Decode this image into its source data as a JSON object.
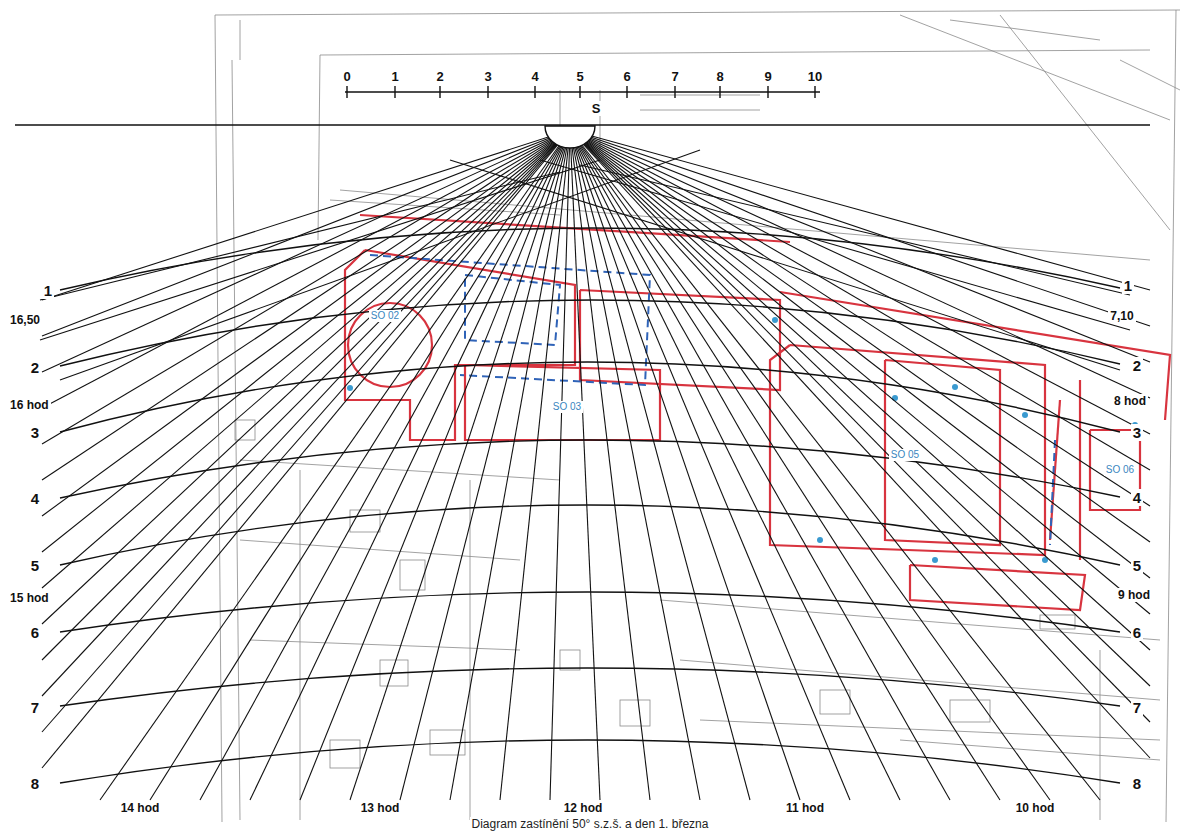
{
  "diagram": {
    "caption": "Diagram zastínění 50° s.z.š. a den 1. března",
    "labels": [
      "0",
      "1",
      "2",
      "3",
      "4",
      "5",
      "6",
      "7",
      "8",
      "9",
      "10",
      "S",
      "1",
      "16,50",
      "2",
      "16 hod",
      "3",
      "4",
      "5",
      "15 hod",
      "6",
      "7",
      "8",
      "1",
      "7,10",
      "2",
      "8 hod",
      "3",
      "4",
      "5",
      "9 hod",
      "6",
      "7",
      "8",
      "14 hod",
      "13 hod",
      "12 hod",
      "11 hod",
      "10 hod",
      "SO 02",
      "SO 03",
      "SO 05",
      "SO 06"
    ]
  }
}
